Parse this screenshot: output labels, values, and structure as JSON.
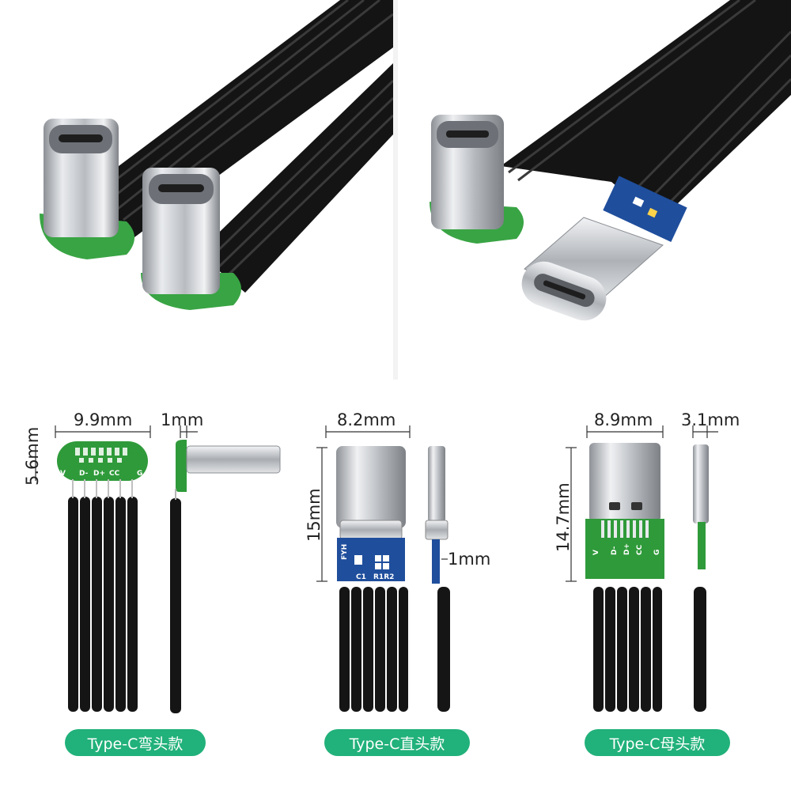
{
  "colors": {
    "pill_green": "#21b17a",
    "pcb_green": "#2f9a3a",
    "pcb_blue": "#1f4e9c",
    "wire_black": "#151515",
    "metal_silver": "#c9ccd0"
  },
  "variants": [
    {
      "label": "Type-C弯头款",
      "width_dim": "9.9mm",
      "thickness_dim": "1mm",
      "height_dim": "5.6mm",
      "pins": [
        "V",
        "D-",
        "D+",
        "CC",
        "G"
      ]
    },
    {
      "label": "Type-C直头款",
      "width_dim": "8.2mm",
      "height_dim": "15mm",
      "thickness_dim": "1mm",
      "pcb_text": [
        "FYH",
        "C1",
        "R1R2"
      ]
    },
    {
      "label": "Type-C母头款",
      "width_dim": "8.9mm",
      "thickness_dim": "3.1mm",
      "height_dim": "14.7mm",
      "pins": [
        "V",
        "D-",
        "D+",
        "CC",
        "G"
      ]
    }
  ]
}
